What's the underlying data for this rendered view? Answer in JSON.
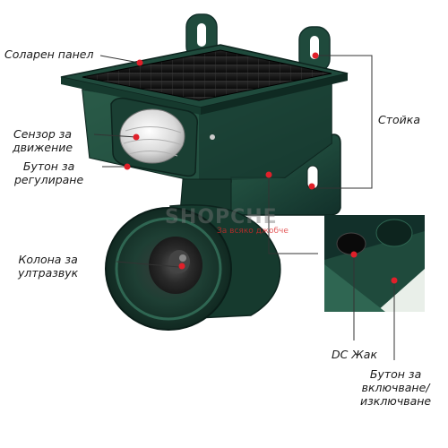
{
  "labels": {
    "solar_panel": "Соларен панел",
    "motion_sensor": [
      "Сензор за",
      "движение"
    ],
    "adjust_button": [
      "Бутон за",
      "регулиране"
    ],
    "ultrasound": [
      "Колона за",
      "ултразвук"
    ],
    "stand": "Стойка",
    "dc_jack": "DC Жак",
    "power_button": [
      "Бутон за",
      "включване/",
      "изключване"
    ]
  },
  "watermark": {
    "brand": "SHOPCHE",
    "tagline": "За всяко джобче"
  },
  "colors": {
    "housing": "#1f4a3c",
    "housing_dark": "#12302a",
    "housing_light": "#2f6652",
    "panel": "#111111",
    "marker": "#e0202a",
    "leader": "#333333"
  },
  "icons": [
    "solar-panel-icon",
    "sensor-lens-icon",
    "speaker-icon",
    "mount-bracket-icon"
  ]
}
